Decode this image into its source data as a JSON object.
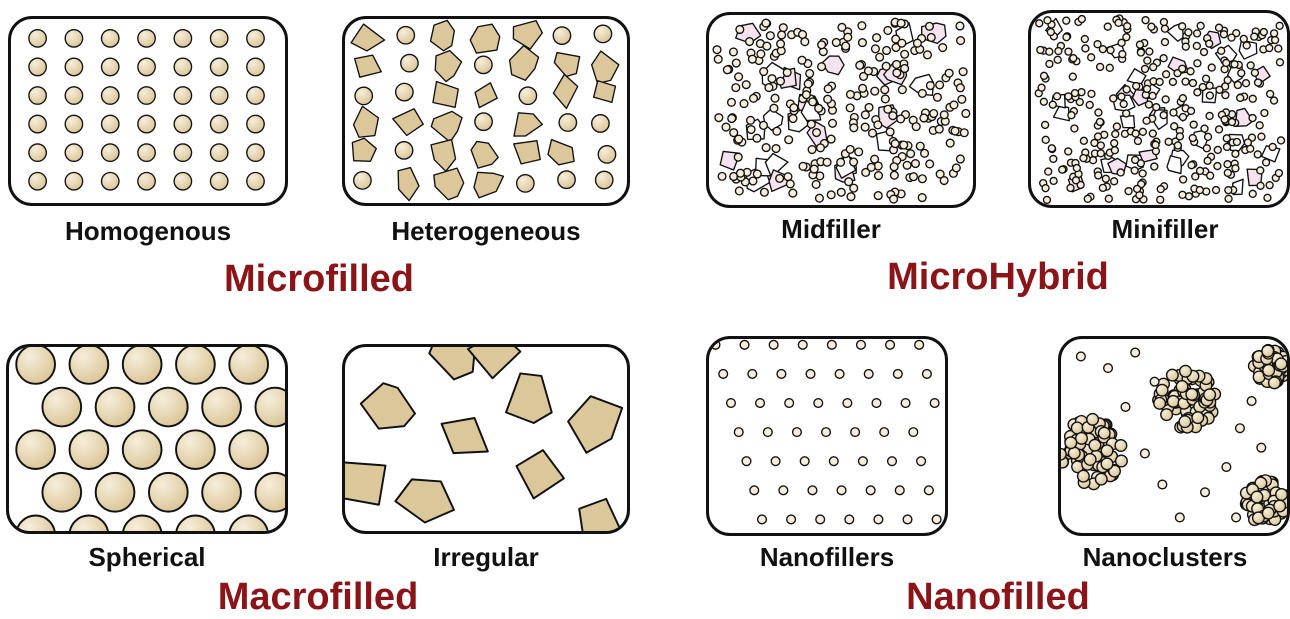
{
  "groups": {
    "microfilled": {
      "title": "Microfilled",
      "left_label": "Homogenous",
      "right_label": "Heterogeneous"
    },
    "microhybrid": {
      "title": "MicroHybrid",
      "left_label": "Midfiller",
      "right_label": "Minifiller"
    },
    "macrofilled": {
      "title": "Macrofilled",
      "left_label": "Spherical",
      "right_label": "Irregular"
    },
    "nanofilled": {
      "title": "Nanofilled",
      "left_label": "Nanofillers",
      "right_label": "Nanoclusters"
    }
  },
  "colors": {
    "title": "#8b1418",
    "particle": "#dcc79a",
    "particle_highlight": "#f6eedb",
    "outline": "#111111",
    "pink_particle": "#f7e3f0"
  }
}
